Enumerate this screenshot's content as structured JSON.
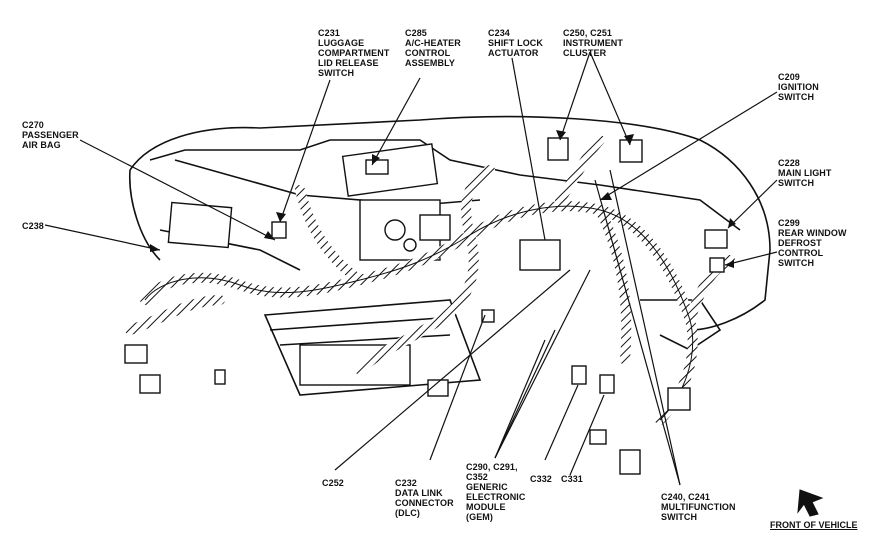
{
  "callouts": {
    "c231": [
      "C231",
      "LUGGAGE",
      "COMPARTMENT",
      "LID RELEASE",
      "SWITCH"
    ],
    "c285": [
      "C285",
      "A/C-HEATER",
      "CONTROL",
      "ASSEMBLY"
    ],
    "c234": [
      "C234",
      "SHIFT LOCK",
      "ACTUATOR"
    ],
    "c250": [
      "C250, C251",
      "INSTRUMENT",
      "CLUSTER"
    ],
    "c209": [
      "C209",
      "IGNITION",
      "SWITCH"
    ],
    "c270": [
      "C270",
      "PASSENGER",
      "AIR BAG"
    ],
    "c228": [
      "C228",
      "MAIN LIGHT",
      "SWITCH"
    ],
    "c238": [
      "C238"
    ],
    "c299": [
      "C299",
      "REAR WINDOW",
      "DEFROST",
      "CONTROL",
      "SWITCH"
    ],
    "c252": [
      "C252"
    ],
    "c232": [
      "C232",
      "DATA LINK",
      "CONNECTOR",
      "(DLC)"
    ],
    "c290": [
      "C290, C291,",
      "C352",
      "GENERIC",
      "ELECTRONIC",
      "MODULE",
      "(GEM)"
    ],
    "c332": [
      "C332"
    ],
    "c331": [
      "C331"
    ],
    "c240": [
      "C240, C241",
      "MULTIFUNCTION",
      "SWITCH"
    ]
  },
  "front_label": "FRONT OF VEHICLE",
  "colors": {
    "ink": "#111111",
    "paper": "#ffffff",
    "shade": "#d9d9d9"
  },
  "icons": {
    "front_arrow": "front-of-vehicle-arrow-icon"
  }
}
